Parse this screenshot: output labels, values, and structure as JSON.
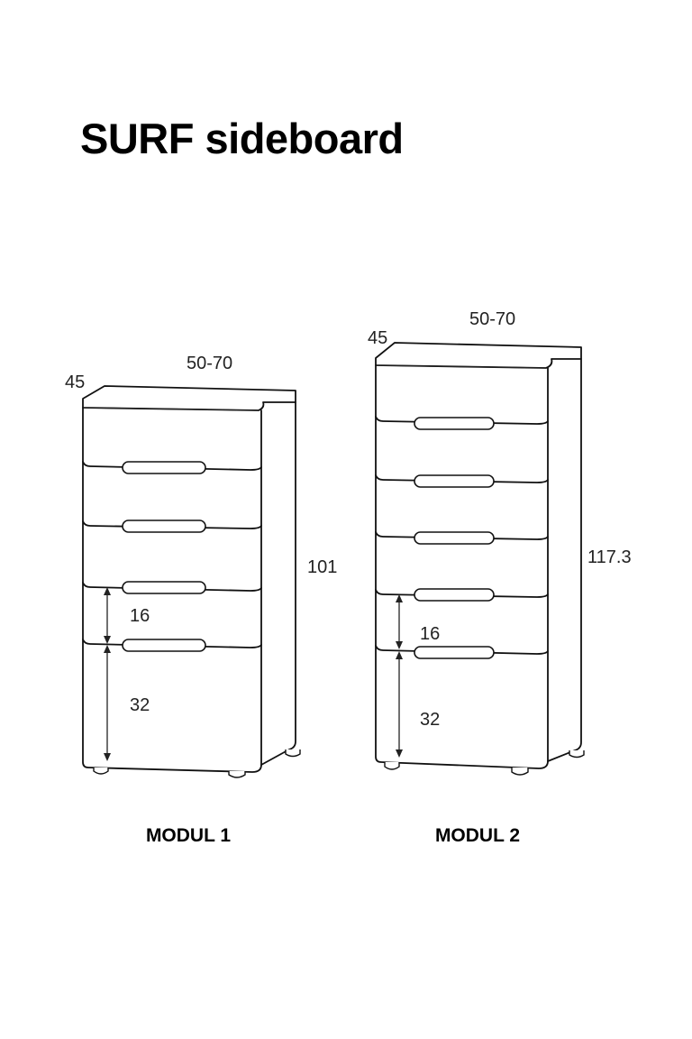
{
  "title": "SURF sideboard",
  "modules": [
    {
      "caption": "MODUL 1",
      "depth": "45",
      "width": "50-70",
      "height": "101",
      "drawer_height": "16",
      "bottom_drawer_height": "32",
      "drawer_count": 5
    },
    {
      "caption": "MODUL 2",
      "depth": "45",
      "width": "50-70",
      "height": "117.3",
      "drawer_height": "16",
      "bottom_drawer_height": "32",
      "drawer_count": 6
    }
  ]
}
